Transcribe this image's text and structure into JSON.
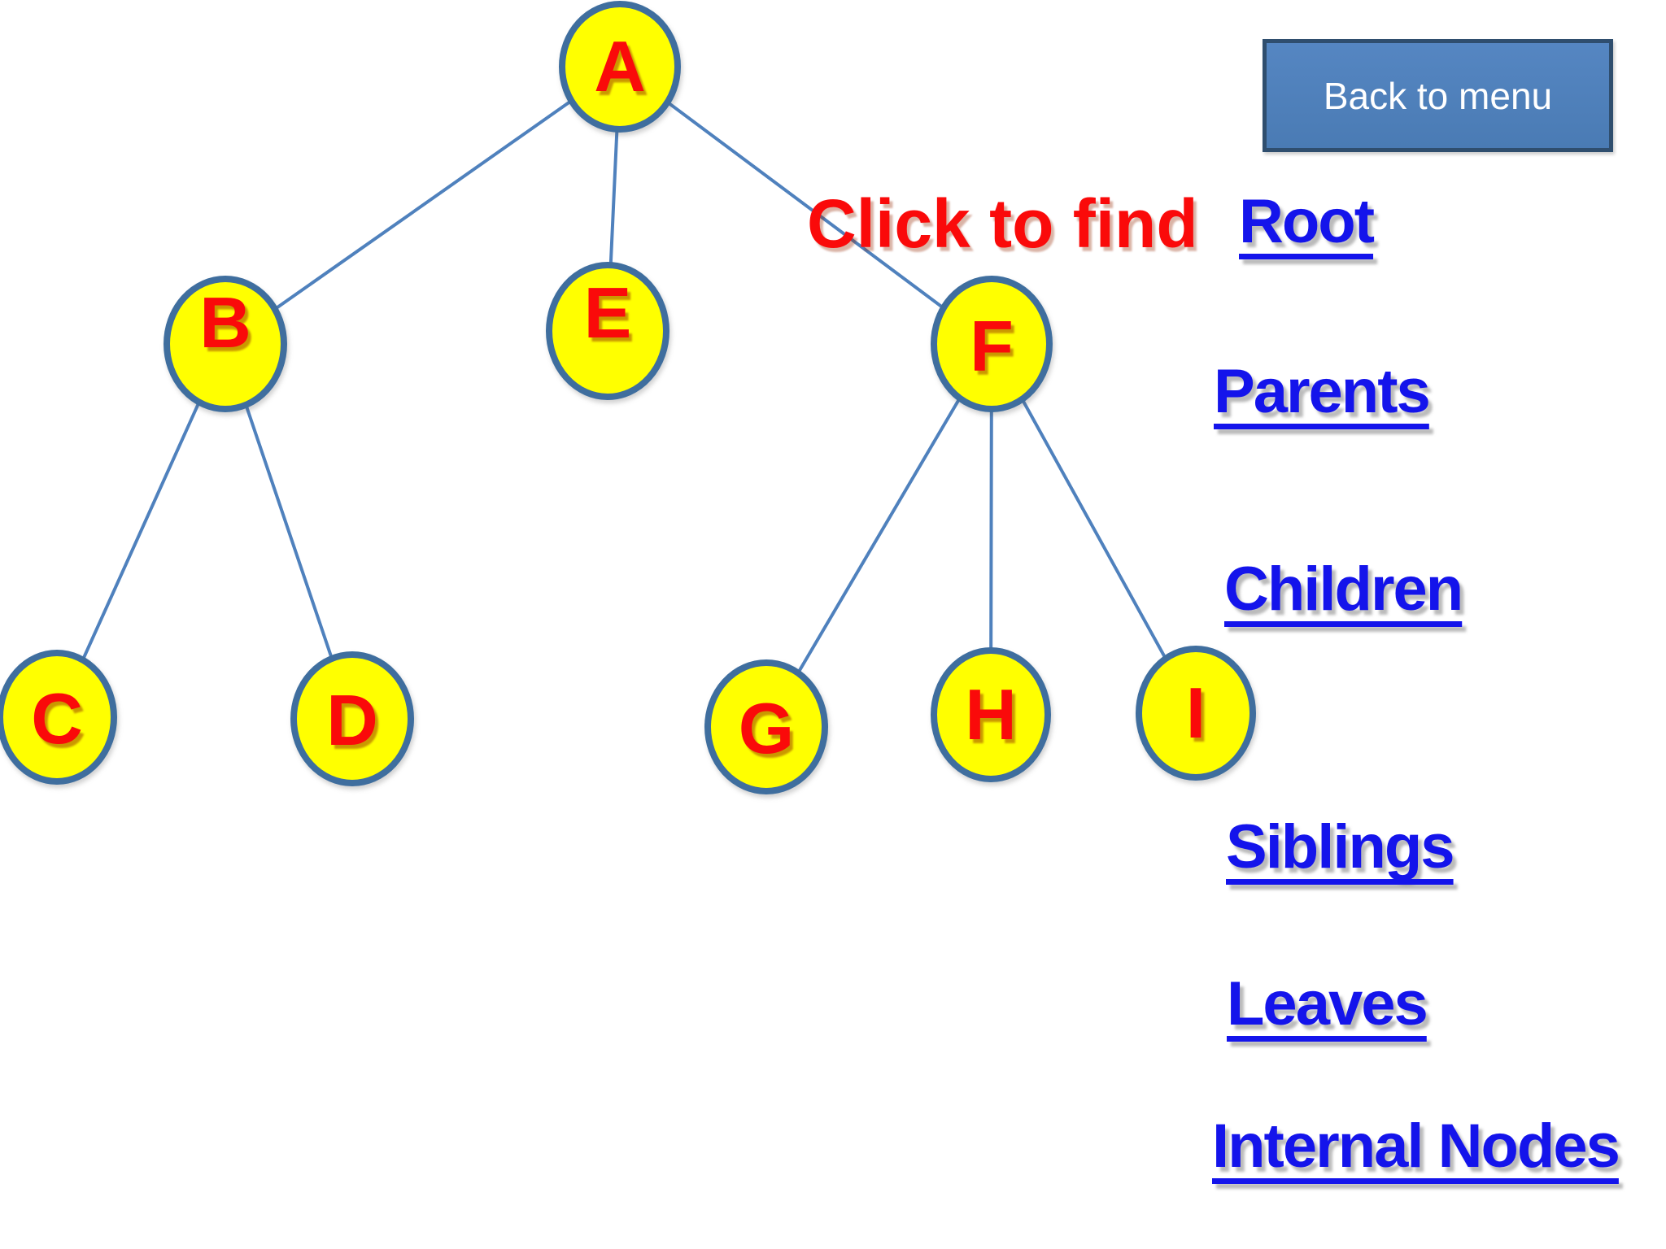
{
  "back_button": {
    "label": "Back to menu"
  },
  "prompt": {
    "label": "Click to find"
  },
  "menu": {
    "items": [
      {
        "label": "Root"
      },
      {
        "label": "Parents"
      },
      {
        "label": "Children"
      },
      {
        "label": "Siblings"
      },
      {
        "label": "Leaves"
      },
      {
        "label": "Internal Nodes"
      }
    ]
  },
  "tree": {
    "nodes": [
      {
        "id": "A",
        "label": "A"
      },
      {
        "id": "B",
        "label": "B"
      },
      {
        "id": "E",
        "label": "E"
      },
      {
        "id": "F",
        "label": "F"
      },
      {
        "id": "C",
        "label": "C"
      },
      {
        "id": "D",
        "label": "D"
      },
      {
        "id": "G",
        "label": "G"
      },
      {
        "id": "H",
        "label": "H"
      },
      {
        "id": "I",
        "label": "I"
      }
    ],
    "edges": [
      [
        "A",
        "B"
      ],
      [
        "A",
        "E"
      ],
      [
        "A",
        "F"
      ],
      [
        "B",
        "C"
      ],
      [
        "B",
        "D"
      ],
      [
        "F",
        "G"
      ],
      [
        "F",
        "H"
      ],
      [
        "F",
        "I"
      ]
    ]
  },
  "colors": {
    "background": "#FFFFFF",
    "node_fill": "#FFFF00",
    "node_border": "#3F6E9E",
    "edge": "#4F81BD",
    "node_letter": "#FA0A0A",
    "prompt_text": "#FA0A0A",
    "link_text": "#1414EB",
    "button_fill": "#4E81BD",
    "button_border": "#2F4E6E",
    "button_text": "#FFFFFF"
  }
}
